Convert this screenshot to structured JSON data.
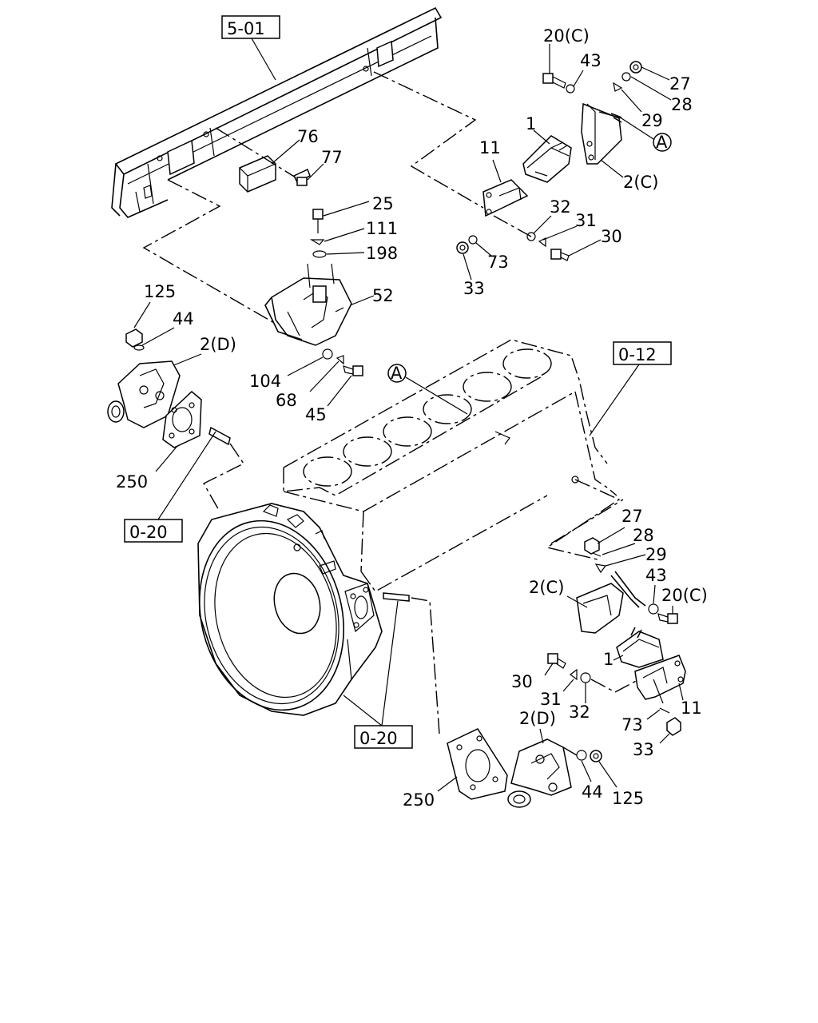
{
  "ref_boxes": {
    "frame": "5-01",
    "engine": "0-12",
    "flywheel_left": "0-20",
    "flywheel_bottom": "0-20"
  },
  "section_marker": "A",
  "labels": {
    "p20c_top": "20(C)",
    "p43_top": "43",
    "p27_top": "27",
    "p28_top": "28",
    "p29_top": "29",
    "p1_top": "1",
    "p11_top": "11",
    "p2c_top": "2(C)",
    "p32_top": "32",
    "p31_top": "31",
    "p30_top": "30",
    "p73_top": "73",
    "p33_top": "33",
    "p76": "76",
    "p77": "77",
    "p25": "25",
    "p111": "111",
    "p198": "198",
    "p52": "52",
    "p125_left": "125",
    "p44_left": "44",
    "p2d_left": "2(D)",
    "p104": "104",
    "p68": "68",
    "p45": "45",
    "p250_left": "250",
    "p27_bot": "27",
    "p28_bot": "28",
    "p29_bot": "29",
    "p43_bot": "43",
    "p2c_bot": "2(C)",
    "p20c_bot": "20(C)",
    "p1_bot": "1",
    "p30_bot": "30",
    "p31_bot": "31",
    "p32_bot": "32",
    "p73_bot": "73",
    "p11_bot": "11",
    "p33_bot": "33",
    "p2d_bot": "2(D)",
    "p250_bot": "250",
    "p44_bot": "44",
    "p125_bot": "125"
  }
}
